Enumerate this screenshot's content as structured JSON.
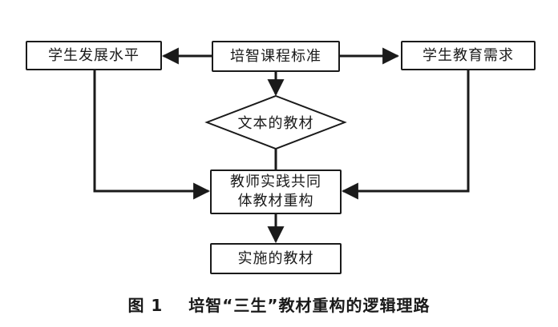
{
  "nodes": {
    "standard": "培智课程标准",
    "development": "学生发展水平",
    "needs": "学生教育需求",
    "textbook": "文本的教材",
    "reconstruct_line1": "教师实践共同",
    "reconstruct_line2": "体教材重构",
    "implemented": "实施的教材"
  },
  "caption": {
    "number": "图 1",
    "title": "培智“三生”教材重构的逻辑理路"
  }
}
